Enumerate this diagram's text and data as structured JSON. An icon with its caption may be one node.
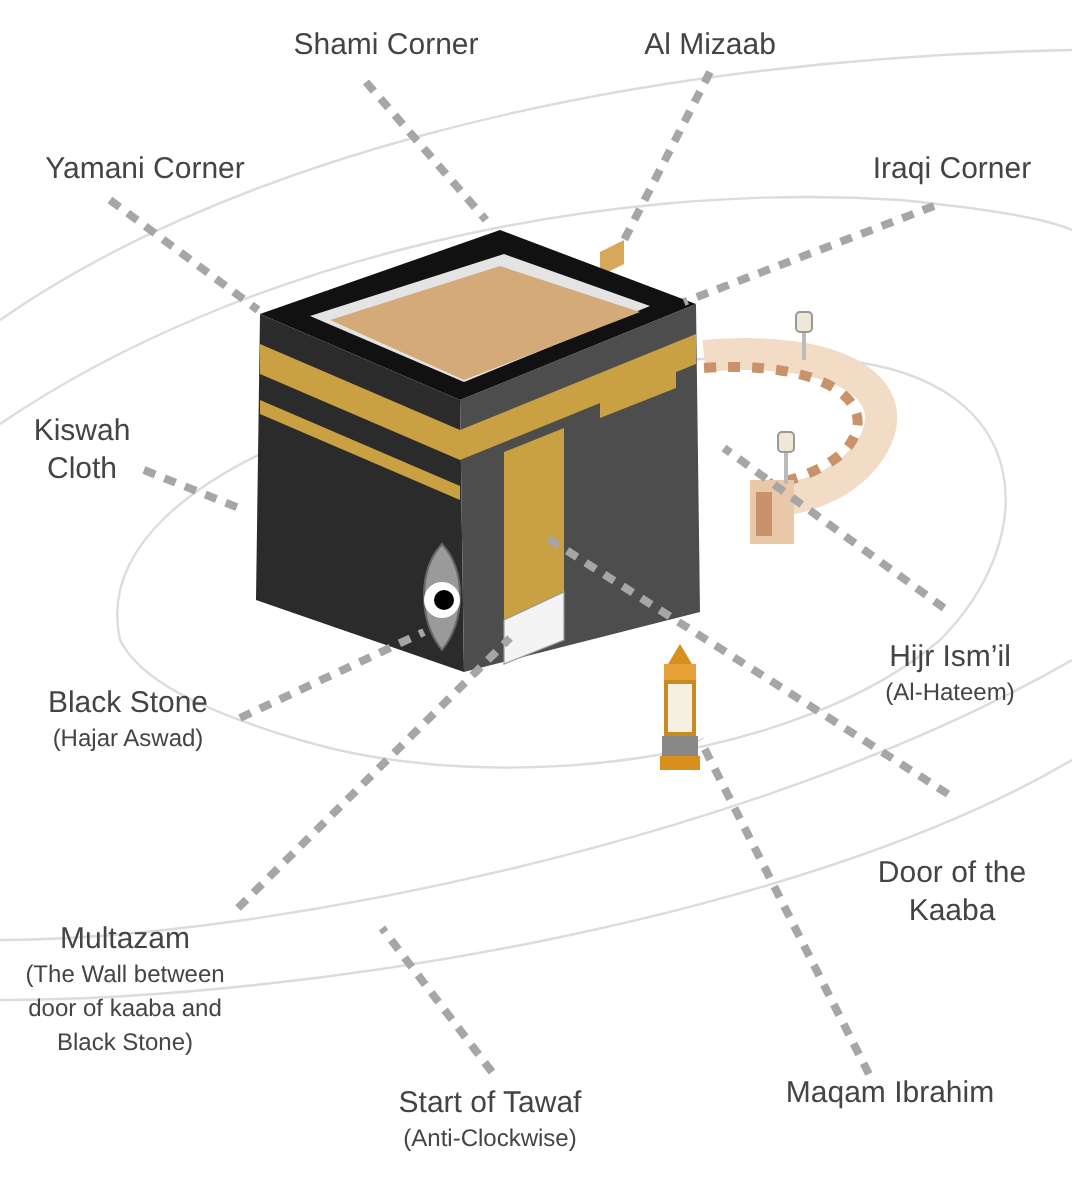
{
  "diagram": {
    "nodes": [
      {
        "text": [
          "Shami Corner"
        ]
      },
      {
        "text": [
          "Al Mizaab"
        ]
      },
      {
        "text": [
          "Yamani Corner"
        ]
      },
      {
        "text": [
          "Iraqi Corner"
        ]
      },
      {
        "text": [
          "Kiswah Cloth"
        ]
      },
      {
        "text": [
          "Hijr Ism’il",
          "(Al-Hateem)"
        ]
      },
      {
        "text": [
          "Black Stone",
          "(Hajar Aswad)"
        ]
      },
      {
        "text": [
          "Door of the Kaaba"
        ]
      },
      {
        "text": [
          "Multazam",
          "(The Wall between door of kaaba and Black Stone)"
        ]
      },
      {
        "text": [
          "Start of Tawaf",
          "(Anti-Clockwise)"
        ]
      },
      {
        "text": [
          "Maqam Ibrahim"
        ]
      },
      {
        "text": [],
        "shape": "picture"
      }
    ],
    "edges": [
      {
        "from": 0,
        "to": null,
        "arrow": "none"
      },
      {
        "from": 1,
        "to": null,
        "arrow": "none"
      },
      {
        "from": 2,
        "to": null,
        "arrow": "none"
      },
      {
        "from": 3,
        "to": null,
        "arrow": "none"
      },
      {
        "from": 4,
        "to": null,
        "arrow": "none"
      },
      {
        "from": 5,
        "to": null,
        "arrow": "none"
      },
      {
        "from": 6,
        "to": null,
        "arrow": "none"
      },
      {
        "from": 7,
        "to": null,
        "arrow": "none"
      },
      {
        "from": 8,
        "to": null,
        "arrow": "none"
      },
      {
        "from": 9,
        "to": null,
        "arrow": "none"
      },
      {
        "from": 10,
        "to": 11,
        "arrow": "none"
      }
    ]
  }
}
